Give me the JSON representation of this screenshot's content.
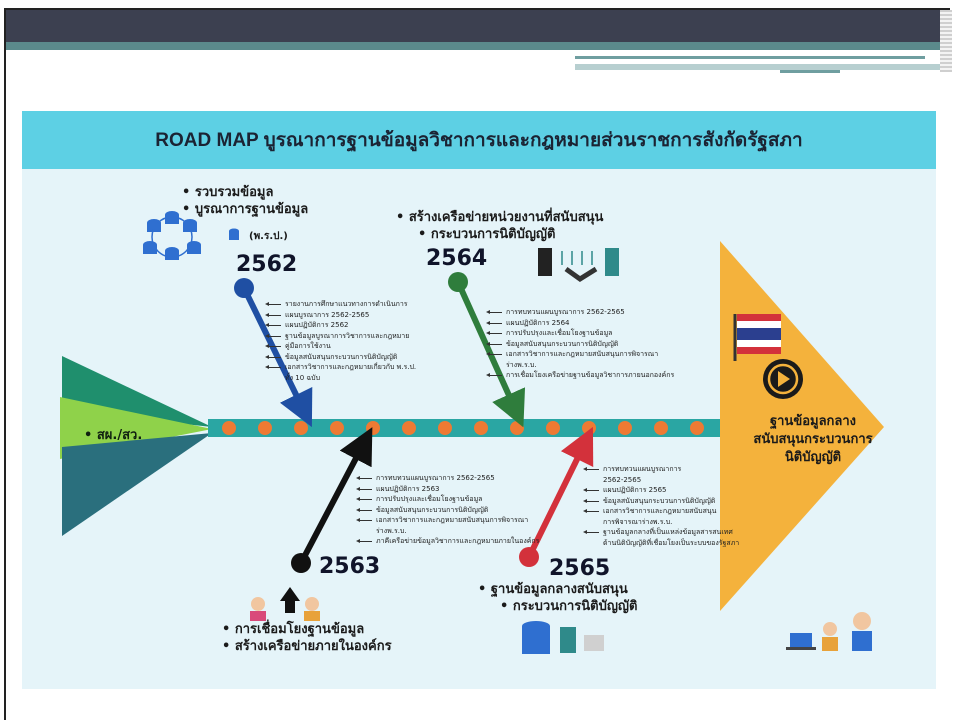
{
  "title": "ROAD MAP  บูรณาการฐานข้อมูลวิชาการและกฎหมายส่วนราชการสังกัดรัฐสภา",
  "tail_label": "สผ./สว.",
  "head_label": [
    "ฐานข้อมูลกลาง",
    "สนับสนุนกระบวนการ",
    "นิติบัญญัติ"
  ],
  "y2562": {
    "year": "2562",
    "bullets": [
      "รวบรวมข้อมูล",
      "บูรณาการฐานข้อมูล"
    ],
    "note": "(พ.ร.ป.)",
    "items": [
      "รายงานการศึกษาแนวทางการดำเนินการ",
      "แผนบูรณาการ 2562-2565",
      "แผนปฏิบัติการ 2562",
      "ฐานข้อมูลบูรณาการวิชาการและกฎหมาย",
      "คู่มือการใช้งาน",
      "ข้อมูลสนับสนุนกระบวนการนิติบัญญัติ",
      "เอกสารวิชาการและกฎหมายเกี่ยวกับ พ.ร.ป.",
      "ทั้ง 10 ฉบับ"
    ]
  },
  "y2563": {
    "year": "2563",
    "bullets": [
      "การเชื่อมโยงฐานข้อมูล",
      "สร้างเครือข่ายภายในองค์กร"
    ],
    "items": [
      "การทบทวนแผนบูรณาการ 2562-2565",
      "แผนปฏิบัติการ 2563",
      "การปรับปรุงและเชื่อมโยงฐานข้อมูล",
      "ข้อมูลสนับสนุนกระบวนการนิติบัญญัติ",
      "เอกสารวิชาการและกฎหมายสนับสนุนการพิจารณา",
      "ร่างพ.ร.บ.",
      "ภาคีเครือข่ายข้อมูลวิชาการและกฎหมายภายในองค์กร"
    ]
  },
  "y2564": {
    "year": "2564",
    "bullets": [
      "สร้างเครือข่ายหน่วยงานที่สนับสนุน"
    ],
    "bullet_cont": "กระบวนการนิติบัญญัติ",
    "items": [
      "การทบทวนแผนบูรณาการ 2562-2565",
      "แผนปฏิบัติการ 2564",
      "การปรับปรุงและเชื่อมโยงฐานข้อมูล",
      "ข้อมูลสนับสนุนกระบวนการนิติบัญญัติ",
      "เอกสารวิชาการและกฎหมายสนับสนุนการพิจารณา",
      "ร่างพ.ร.บ.",
      "การเชื่อมโยงเครือข่ายฐานข้อมูลวิชาการภายนอกองค์กร"
    ]
  },
  "y2565": {
    "year": "2565",
    "bullets": [
      "ฐานข้อมูลกลางสนับสนุน"
    ],
    "bullet_cont": "กระบวนการนิติบัญญัติ",
    "items": [
      "การทบทวนแผนบูรณาการ",
      "2562-2565",
      "แผนปฏิบัติการ 2565",
      "ข้อมูลสนับสนุนกระบวนการนิติบัญญัติ",
      "เอกสารวิชาการและกฎหมายสนับสนุน",
      "การพิจารณาร่างพ.ร.บ.",
      "ฐานข้อมูลกลางที่เป็นแหล่งข้อมูลสารสนเทศ",
      "ด้านนิติบัญญัติที่เชื่อมโยงเป็นระบบของรัฐสภา"
    ]
  },
  "colors": {
    "title_bar": "#5dd0e4",
    "spine": "#2aa6a3",
    "dots": "#ee7a33",
    "head": "#f4b23c",
    "branch_2562": "#1f4fa3",
    "branch_2563": "#111111",
    "branch_2564": "#2f7d3c",
    "branch_2565": "#d3313b"
  }
}
